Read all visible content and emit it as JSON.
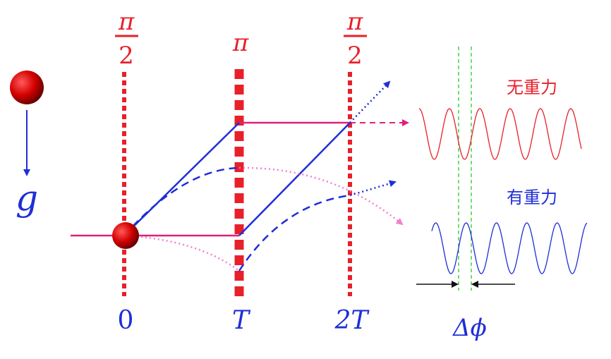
{
  "colors": {
    "red": "#e8202a",
    "blue": "#1f2fd6",
    "pink": "#e0207a",
    "light_pink": "#f27fcf",
    "green": "#22cc22",
    "black": "#111111"
  },
  "pulses": [
    {
      "numerator": "π",
      "denominator": "2",
      "time_label": "0"
    },
    {
      "symbol": "π",
      "time_label": "T"
    },
    {
      "numerator": "π",
      "denominator": "2",
      "time_label": "2T"
    }
  ],
  "gravity": {
    "label": "g"
  },
  "signals": {
    "no_gravity_label": "无重力",
    "with_gravity_label": "有重力",
    "phase_shift_label": "Δϕ"
  }
}
